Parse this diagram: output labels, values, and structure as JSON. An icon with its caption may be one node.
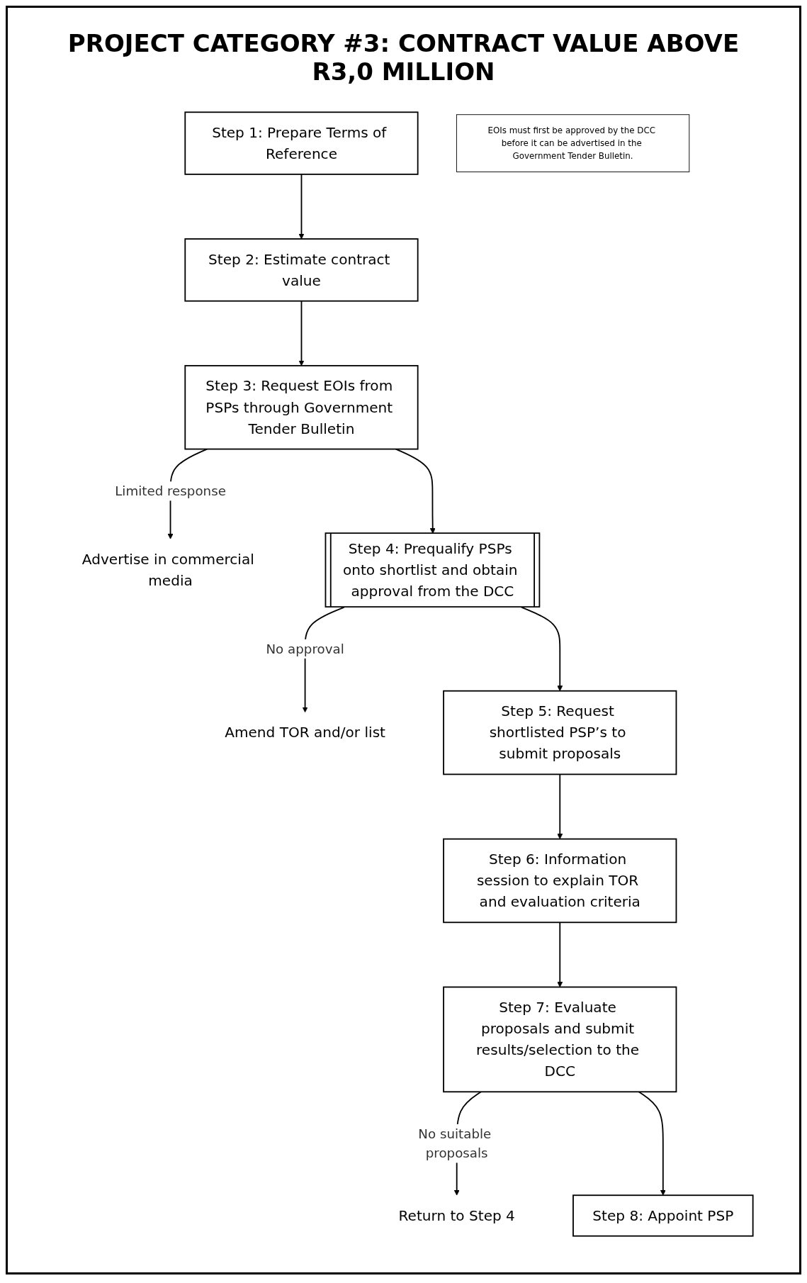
{
  "diagram": {
    "title": "PROJECT CATEGORY #3:  CONTRACT VALUE ABOVE R3,0 MILLION",
    "nodes": [
      {
        "text": [
          "Step 1: Prepare Terms of Reference"
        ]
      },
      {
        "text": [
          "Step 2: Estimate contract value"
        ]
      },
      {
        "text": [
          "Step 3: Request EOIs from PSPs through Government Tender Bulletin"
        ]
      },
      {
        "text": [
          "Advertise in commercial media"
        ]
      },
      {
        "text": [
          "EOIs must first be approved by the DCC before it can be advertised in the Government Tender Bulletin."
        ]
      },
      {
        "text": [
          "Step 4: Prequalify PSPs onto shortlist and obtain approval from the DCC"
        ]
      },
      {
        "text": [
          "Amend TOR and/or list"
        ]
      },
      {
        "text": [
          "Step 5: Request shortlisted PSP’s to submit proposals"
        ]
      },
      {
        "text": [
          "Step 6: Information session to explain TOR and evaluation criteria"
        ]
      },
      {
        "text": [
          "Step 7: Evaluate proposals and submit results/selection to the DCC"
        ]
      },
      {
        "text": [
          "Return to Step 4"
        ]
      },
      {
        "text": [
          "Step 8: Appoint PSP"
        ]
      }
    ],
    "edges": [
      {
        "from": 0,
        "to": 1,
        "arrow": "to"
      },
      {
        "from": 1,
        "to": 2,
        "arrow": "to"
      },
      {
        "from": 2,
        "to": 3,
        "arrow": "to",
        "label": "Limited response"
      },
      {
        "from": 2,
        "to": 5,
        "arrow": "to"
      },
      {
        "from": 5,
        "to": 6,
        "arrow": "to",
        "label": "No approval"
      },
      {
        "from": 5,
        "to": 7,
        "arrow": "to"
      },
      {
        "from": 7,
        "to": 8,
        "arrow": "to"
      },
      {
        "from": 8,
        "to": 9,
        "arrow": "to"
      },
      {
        "from": 9,
        "to": 10,
        "arrow": "to",
        "label": "No suitable proposals"
      },
      {
        "from": 9,
        "to": 11,
        "arrow": "to"
      }
    ]
  }
}
